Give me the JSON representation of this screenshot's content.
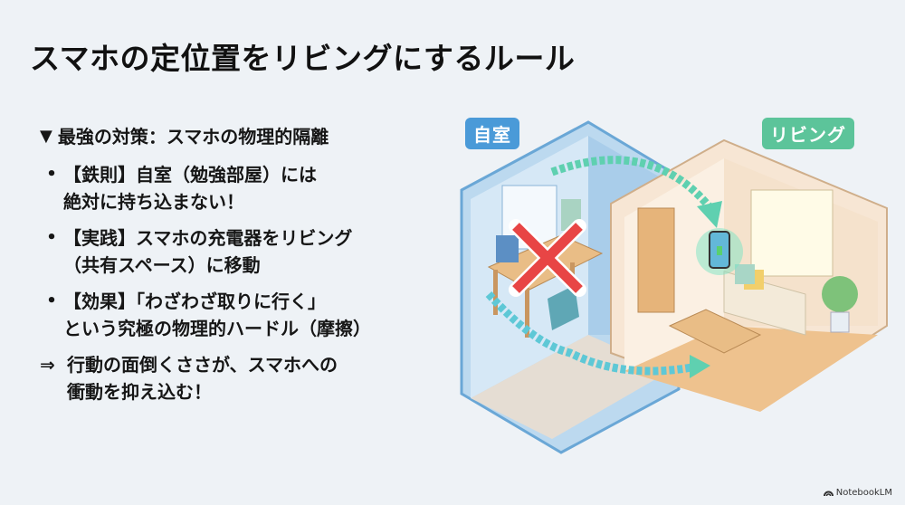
{
  "slide": {
    "title": "スマホの定位置をリビングにするルール",
    "heading": {
      "icon": "triangle-down-icon",
      "glyph": "▼",
      "text": "最強の対策：スマホの物理的隔離"
    },
    "bullets": [
      {
        "glyph": "•",
        "lines": [
          "【鉄則】自室（勉強部屋）には",
          "絶対に持ち込まない！"
        ]
      },
      {
        "glyph": "•",
        "lines": [
          "【実践】スマホの充電器をリビング",
          "（共有スペース）に移動"
        ]
      },
      {
        "glyph": "•",
        "lines": [
          "【効果】「わざわざ取りに行く」",
          "という究極の物理的ハードル（摩擦）"
        ]
      }
    ],
    "conclusion": {
      "glyph": "⇒",
      "lines": [
        "行動の面倒くささが、スマホへの",
        "衝動を抑え込む！"
      ]
    }
  },
  "illustration": {
    "label_room": "自室",
    "label_living": "リビング",
    "colors": {
      "room": "#4a9ad8",
      "living": "#5cc49a",
      "cross": "#e84545",
      "arrow": "#5fd0b0"
    }
  },
  "branding": {
    "text": "NotebookLM"
  }
}
